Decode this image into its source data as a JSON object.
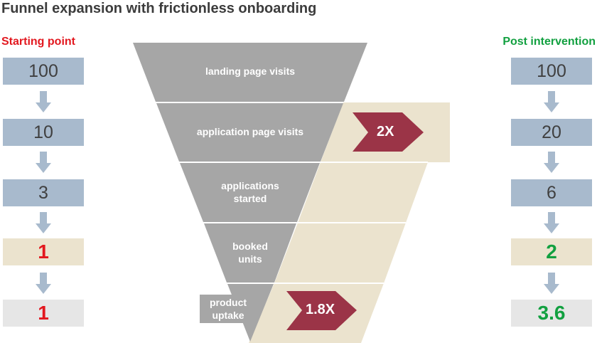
{
  "title": "Funnel expansion with frictionless onboarding",
  "colors": {
    "red": "#e2181f",
    "green": "#12a040",
    "blue_box": "#a8bacd",
    "beige_box": "#ebe3ce",
    "grey_box": "#e6e6e6",
    "funnel_grey": "#a6a6a6",
    "multiplier_arrow": "#9b3447"
  },
  "starting": {
    "heading": "Starting point",
    "values": [
      "100",
      "10",
      "3",
      "1",
      "1"
    ]
  },
  "post": {
    "heading": "Post intervention",
    "values": [
      "100",
      "20",
      "6",
      "2",
      "3.6"
    ]
  },
  "funnel": {
    "stages": [
      "landing page visits",
      "application page visits",
      "applications started",
      "booked units",
      "product uptake"
    ]
  },
  "multipliers": {
    "application": "2X",
    "uptake": "1.8X"
  }
}
